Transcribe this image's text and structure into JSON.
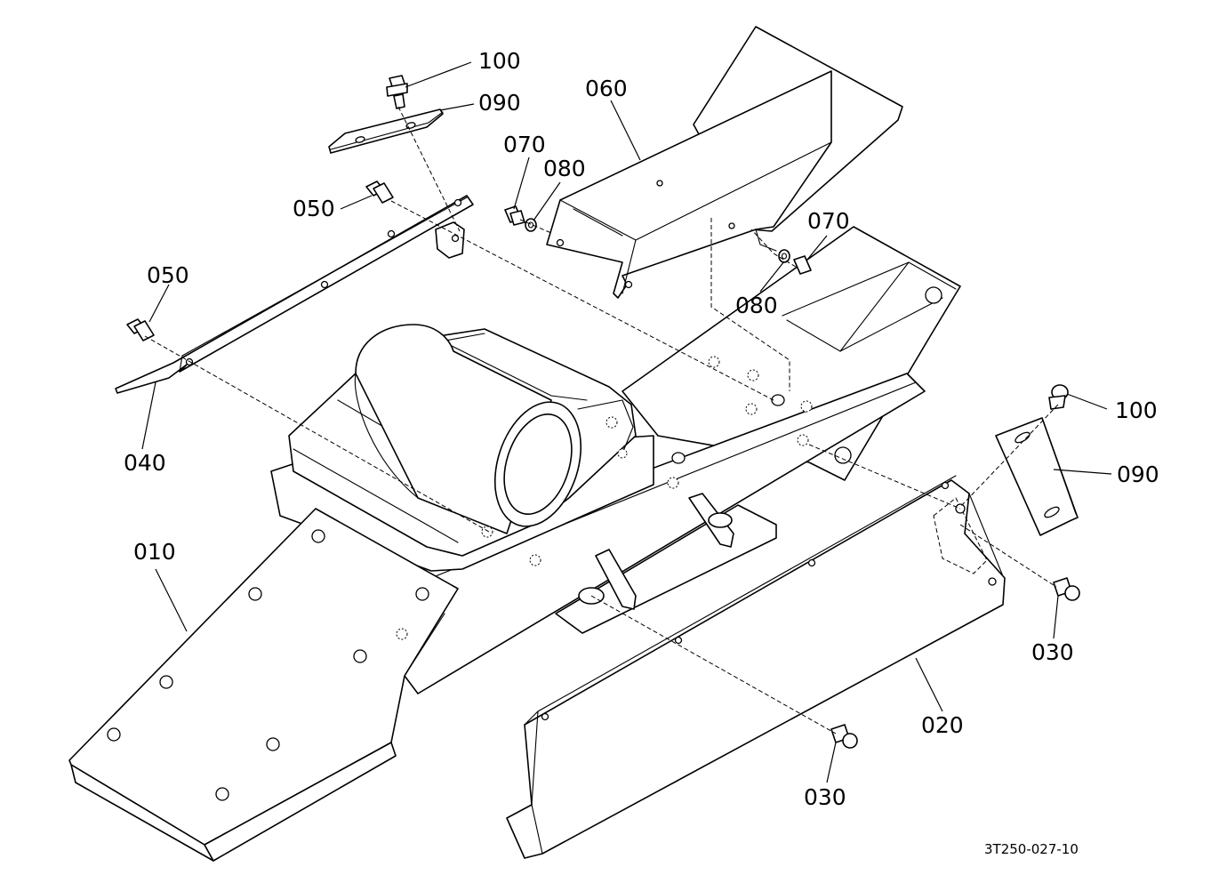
{
  "diagram": {
    "drawing_code": "3T250-027-10",
    "callouts": [
      {
        "id": "c100a",
        "label": "100"
      },
      {
        "id": "c090a",
        "label": "090"
      },
      {
        "id": "c060",
        "label": "060"
      },
      {
        "id": "c070a",
        "label": "070"
      },
      {
        "id": "c080a",
        "label": "080"
      },
      {
        "id": "c050a",
        "label": "050"
      },
      {
        "id": "c050b",
        "label": "050"
      },
      {
        "id": "c070b",
        "label": "070"
      },
      {
        "id": "c080b",
        "label": "080"
      },
      {
        "id": "c040",
        "label": "040"
      },
      {
        "id": "c100b",
        "label": "100"
      },
      {
        "id": "c090b",
        "label": "090"
      },
      {
        "id": "c010",
        "label": "010"
      },
      {
        "id": "c030a",
        "label": "030"
      },
      {
        "id": "c020",
        "label": "020"
      },
      {
        "id": "c030b",
        "label": "030"
      }
    ]
  }
}
